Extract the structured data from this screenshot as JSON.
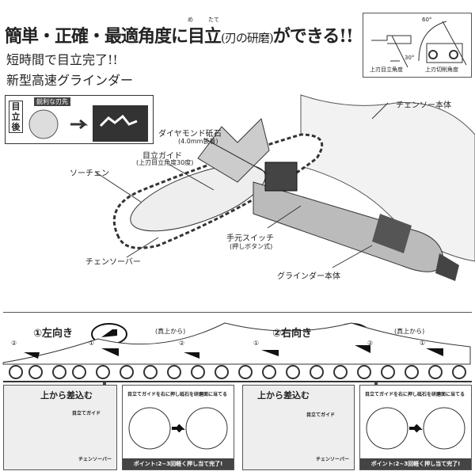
{
  "headline": {
    "main": "簡単・正確・最適角度に目立",
    "paren": "(刃の研磨)",
    "tail": "ができる!!",
    "ruby_me": "め",
    "ruby_tate": "たて"
  },
  "subheads": [
    "短時間で目立完了!!",
    "新型高速グラインダー"
  ],
  "angle_box": {
    "left_label": "上刃目立角度",
    "right_label": "上刃切削角度",
    "angle_30": "30°",
    "angle_60": "60°"
  },
  "after_box": {
    "label": "目立後",
    "tag": "鋭利な刃先"
  },
  "callouts": {
    "diamond": "ダイヤモンド砥石",
    "diamond_sub": "(4.0mm装着)",
    "guide": "目立ガイド",
    "guide_sub": "(上刃目立角度30度)",
    "saw_chain": "ソーチェン",
    "chainsaw_body": "チェンソー本体",
    "switch": "手元スイッチ",
    "switch_sub": "(押しボタン式)",
    "grinder_body": "グラインダー本体",
    "bar": "チェンソーバー"
  },
  "directions": [
    {
      "label": "①左向き",
      "view": "(真上から)"
    },
    {
      "label": "②右向き",
      "view": "(真上から)"
    }
  ],
  "chain_markers": [
    "②",
    "①",
    "②",
    "①",
    "②",
    "①"
  ],
  "panels": [
    {
      "title": "上から差込む",
      "guide": "目立てガイド",
      "bar": "チェンソーバー"
    },
    {
      "title": "目立てガイドを右に押し砥石を研磨面に当てる",
      "point": "ポイント:2~3回軽く押し当て完了!"
    },
    {
      "title": "上から差込む",
      "guide": "目立てガイド",
      "bar": "チェンソーバー"
    },
    {
      "title": "目立てガイドを右に押し砥石を研磨面に当てる",
      "point": "ポイント:2~3回軽く押し当て完了!"
    }
  ]
}
